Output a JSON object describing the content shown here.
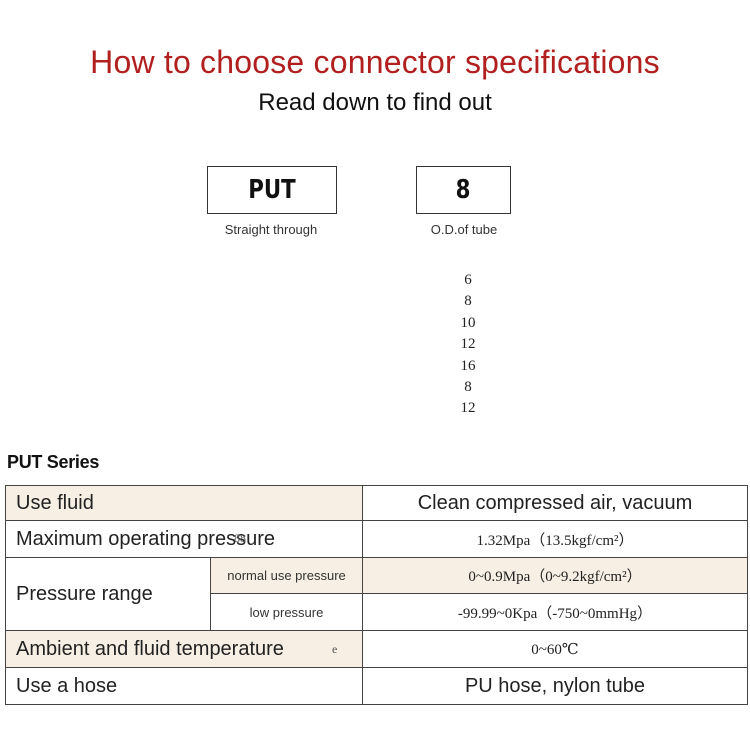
{
  "header": {
    "title": "How to choose connector specifications",
    "subtitle": "Read down to find out"
  },
  "model_code": {
    "series_code": "PUT",
    "series_caption": "Straight through",
    "size_code": "8",
    "size_caption": "O.D.of tube",
    "size_options": [
      "6",
      "8",
      "10",
      "12",
      "16",
      "8",
      "12"
    ]
  },
  "series_table": {
    "heading": "PUT Series",
    "rows": {
      "use_fluid": {
        "label": "Use fluid",
        "value": "Clean compressed air, vacuum"
      },
      "max_pressure": {
        "label": "Maximum operating pressure",
        "value": "1.32Mpa（13.5kgf/cm²）"
      },
      "pressure_range": {
        "label": "Pressure range",
        "normal_label": "normal use pressure",
        "normal_value": "0~0.9Mpa（0~9.2kgf/cm²）",
        "low_label": "low pressure",
        "low_value": "-99.99~0Kpa（-750~0mmHg）"
      },
      "temperature": {
        "label": "Ambient and fluid temperature",
        "value": "0~60℃"
      },
      "hose": {
        "label": "Use a hose",
        "value": "PU hose, nylon tube"
      }
    },
    "stray_marks": {
      "pressure_overlay": "88",
      "temp_mark": "e"
    }
  },
  "colors": {
    "title": "#b21f1f",
    "row_tint": "#f7efe4",
    "border": "#444444"
  }
}
